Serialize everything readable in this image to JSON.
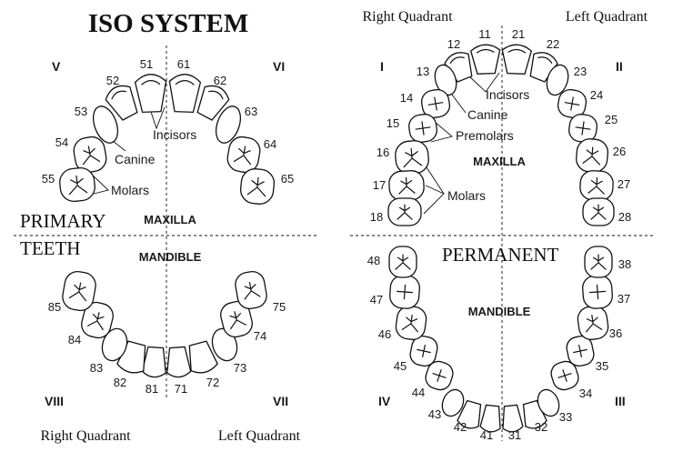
{
  "title": "ISO  SYSTEM",
  "quadrant_headers": {
    "top_right": "Right Quadrant",
    "top_left": "Left Quadrant",
    "bottom_right": "Right Quadrant",
    "bottom_left": "Left Quadrant"
  },
  "labels": {
    "primary": "PRIMARY",
    "teeth": "TEETH",
    "permanent": "PERMANENT",
    "maxilla": "MAXILLA",
    "mandible": "MANDIBLE",
    "incisors": "Incisors",
    "canine": "Canine",
    "premolars": "Premolars",
    "molars": "Molars"
  },
  "romans": {
    "V": "V",
    "VI": "VI",
    "VII": "VII",
    "VIII": "VIII",
    "I": "I",
    "II": "II",
    "III": "III",
    "IV": "IV"
  },
  "primary": {
    "upper_right": [
      "51",
      "52",
      "53",
      "54",
      "55"
    ],
    "upper_left": [
      "61",
      "62",
      "63",
      "64",
      "65"
    ],
    "lower_left": [
      "71",
      "72",
      "73",
      "74",
      "75"
    ],
    "lower_right": [
      "81",
      "82",
      "83",
      "84",
      "85"
    ]
  },
  "permanent": {
    "upper_right": [
      "11",
      "12",
      "13",
      "14",
      "15",
      "16",
      "17",
      "18"
    ],
    "upper_left": [
      "21",
      "22",
      "23",
      "24",
      "25",
      "26",
      "27",
      "28"
    ],
    "lower_left": [
      "31",
      "32",
      "33",
      "34",
      "35",
      "36",
      "37",
      "38"
    ],
    "lower_right": [
      "41",
      "42",
      "43",
      "44",
      "45",
      "46",
      "47",
      "48"
    ]
  }
}
